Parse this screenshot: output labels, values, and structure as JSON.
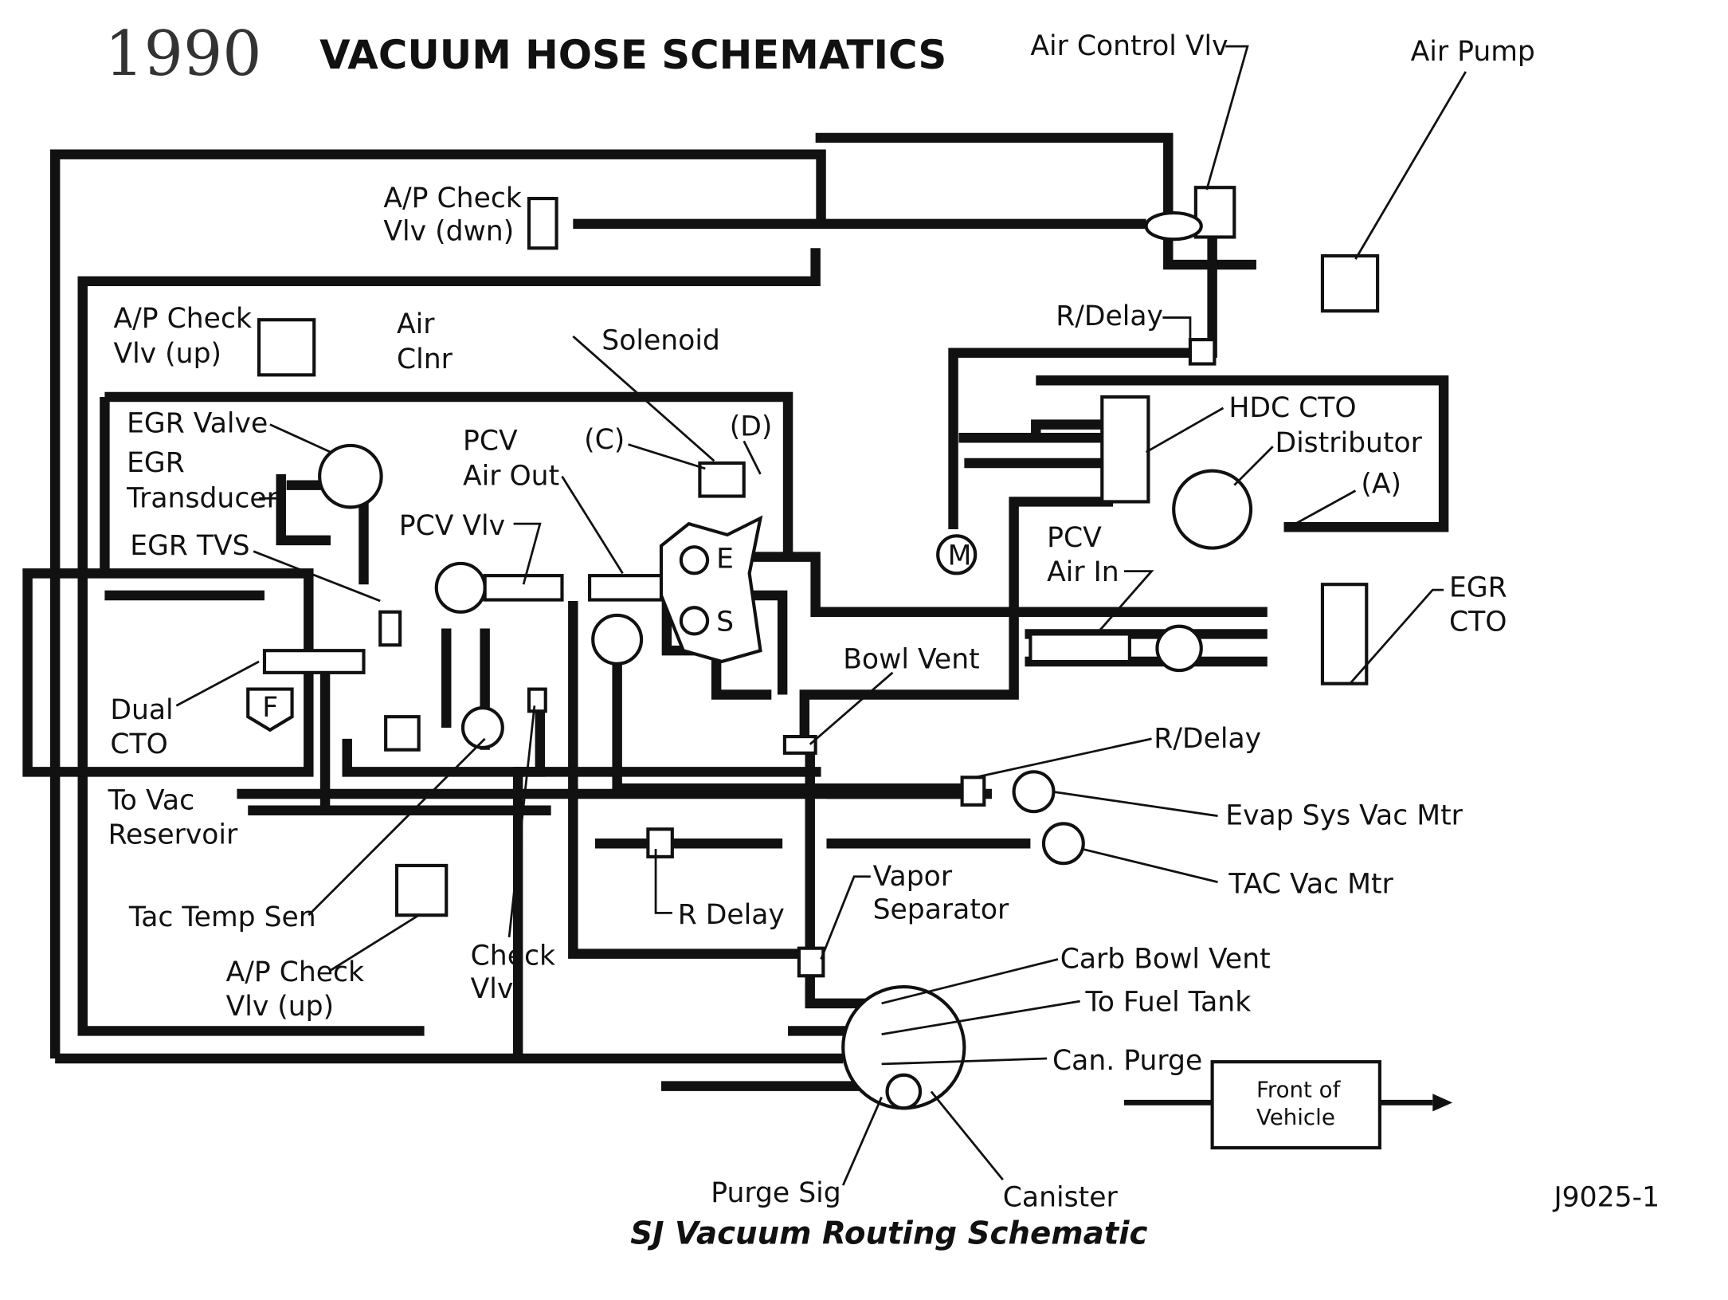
{
  "header": {
    "year": "1990",
    "title": "VACUUM HOSE SCHEMATICS"
  },
  "labels": {
    "air_control_vlv": "Air Control Vlv",
    "air_pump": "Air Pump",
    "ap_check_dwn": [
      "A/P Check",
      "Vlv (dwn)"
    ],
    "ap_check_up_top": [
      "A/P Check",
      "Vlv (up)"
    ],
    "air_clnr": [
      "Air",
      "Clnr"
    ],
    "solenoid": "Solenoid",
    "r_delay_top": "R/Delay",
    "hdc_cto": "HDC CTO",
    "distributor": "Distributor",
    "port_a": "(A)",
    "egr_valve": "EGR Valve",
    "egr_transducer": [
      "EGR",
      "Transducer"
    ],
    "egr_tvs": "EGR TVS",
    "pcv_air_out": [
      "PCV",
      "Air Out"
    ],
    "port_c": "(C)",
    "port_d": "(D)",
    "pcv_vlv": "PCV Vlv",
    "port_e": "E",
    "port_s": "S",
    "pcv_air_in": [
      "PCV",
      "Air In"
    ],
    "egr_cto": [
      "EGR",
      "CTO"
    ],
    "bowl_vent": "Bowl Vent",
    "dual_cto": [
      "Dual",
      "CTO"
    ],
    "port_f": "F",
    "motor_m": "M",
    "to_vac_reservoir": [
      "To Vac",
      "Reservoir"
    ],
    "r_delay_mid": "R/Delay",
    "evap_sys_vac_mtr": "Evap Sys Vac Mtr",
    "tac_vac_mtr": "TAC Vac Mtr",
    "tac_temp_sen": "Tac Temp Sen",
    "r_delay_low": "R Delay",
    "vapor_separator": [
      "Vapor",
      "Separator"
    ],
    "check_vlv": [
      "Check",
      "Vlv"
    ],
    "ap_check_up_bottom": [
      "A/P Check",
      "Vlv (up)"
    ],
    "carb_bowl_vent": "Carb Bowl Vent",
    "to_fuel_tank": "To Fuel Tank",
    "can_purge": "Can. Purge",
    "front_of_vehicle": [
      "Front of",
      "Vehicle"
    ],
    "purge_sig": "Purge Sig",
    "canister": "Canister",
    "figure_id": "J9025-1"
  },
  "caption": "SJ Vacuum Routing Schematic"
}
